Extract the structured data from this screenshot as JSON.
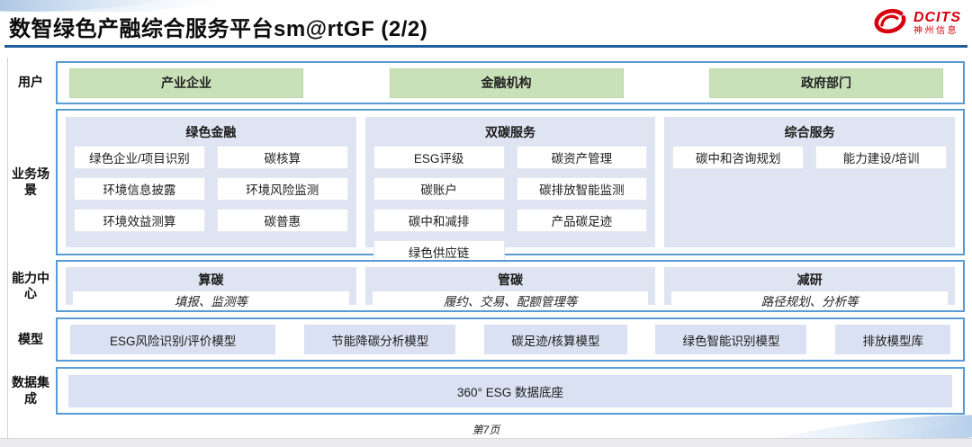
{
  "header": {
    "title": "数智绿色产融综合服务平台sm@rtGF (2/2)",
    "logo_brand": "DCITS",
    "logo_name": "神州信息"
  },
  "diagram": {
    "users": {
      "label": "用户",
      "items": [
        "产业企业",
        "金融机构",
        "政府部门"
      ]
    },
    "scenarios": {
      "label": "业务场景",
      "columns": [
        {
          "title": "绿色金融",
          "items": [
            "绿色企业/项目识别",
            "碳核算",
            "环境信息披露",
            "环境风险监测",
            "环境效益测算",
            "碳普惠"
          ]
        },
        {
          "title": "双碳服务",
          "items": [
            "ESG评级",
            "碳资产管理",
            "碳账户",
            "碳排放智能监测",
            "碳中和减排",
            "产品碳足迹",
            "绿色供应链"
          ]
        },
        {
          "title": "综合服务",
          "items": [
            "碳中和咨询规划",
            "能力建设/培训"
          ]
        }
      ]
    },
    "capabilities": {
      "label": "能力中心",
      "columns": [
        {
          "title": "算碳",
          "desc": "填报、监测等"
        },
        {
          "title": "管碳",
          "desc": "履约、交易、配额管理等"
        },
        {
          "title": "减研",
          "desc": "路径规划、分析等"
        }
      ]
    },
    "models": {
      "label": "模型",
      "items": [
        "ESG风险识别/评价模型",
        "节能降碳分析模型",
        "碳足迹/核算模型",
        "绿色智能识别模型",
        "排放模型库"
      ]
    },
    "data_integration": {
      "label": "数据集成",
      "items": [
        "360° ESG 数据底座"
      ]
    }
  },
  "footer": {
    "page": "第7页"
  },
  "colors": {
    "accent_border": "#5B9BD5",
    "panel_bg": "#DEE4F1",
    "model_box_bg": "#D9E1F2",
    "green_box": "#C9E1B9",
    "title_rule": "#1E5C9A",
    "logo_red": "#D8000F"
  }
}
